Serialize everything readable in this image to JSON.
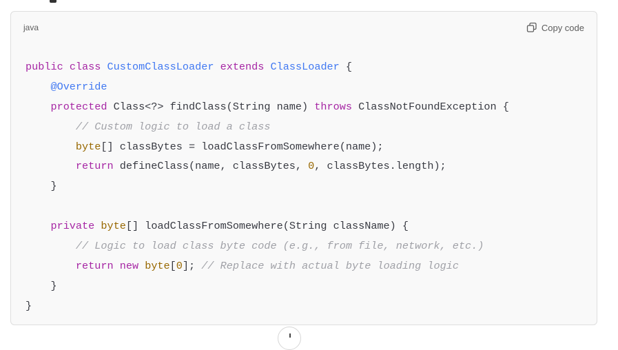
{
  "code_block": {
    "language": "java",
    "copy_label": "Copy code",
    "lines": [
      [
        {
          "t": "kw",
          "v": "public"
        },
        {
          "t": "pl",
          "v": " "
        },
        {
          "t": "kw",
          "v": "class"
        },
        {
          "t": "pl",
          "v": " "
        },
        {
          "t": "cls",
          "v": "CustomClassLoader"
        },
        {
          "t": "pl",
          "v": " "
        },
        {
          "t": "kw",
          "v": "extends"
        },
        {
          "t": "pl",
          "v": " "
        },
        {
          "t": "cls",
          "v": "ClassLoader"
        },
        {
          "t": "pl",
          "v": " {"
        }
      ],
      [
        {
          "t": "pl",
          "v": "    "
        },
        {
          "t": "ann",
          "v": "@Override"
        }
      ],
      [
        {
          "t": "pl",
          "v": "    "
        },
        {
          "t": "kw",
          "v": "protected"
        },
        {
          "t": "pl",
          "v": " Class<?> findClass(String name) "
        },
        {
          "t": "kw",
          "v": "throws"
        },
        {
          "t": "pl",
          "v": " ClassNotFoundException {"
        }
      ],
      [
        {
          "t": "pl",
          "v": "        "
        },
        {
          "t": "cmt",
          "v": "// Custom logic to load a class"
        }
      ],
      [
        {
          "t": "pl",
          "v": "        "
        },
        {
          "t": "typ",
          "v": "byte"
        },
        {
          "t": "pl",
          "v": "[] classBytes = loadClassFromSomewhere(name);"
        }
      ],
      [
        {
          "t": "pl",
          "v": "        "
        },
        {
          "t": "kw",
          "v": "return"
        },
        {
          "t": "pl",
          "v": " defineClass(name, classBytes, "
        },
        {
          "t": "num",
          "v": "0"
        },
        {
          "t": "pl",
          "v": ", classBytes.length);"
        }
      ],
      [
        {
          "t": "pl",
          "v": "    }"
        }
      ],
      [],
      [
        {
          "t": "pl",
          "v": "    "
        },
        {
          "t": "kw",
          "v": "private"
        },
        {
          "t": "pl",
          "v": " "
        },
        {
          "t": "typ",
          "v": "byte"
        },
        {
          "t": "pl",
          "v": "[] loadClassFromSomewhere(String className) {"
        }
      ],
      [
        {
          "t": "pl",
          "v": "        "
        },
        {
          "t": "cmt",
          "v": "// Logic to load class byte code (e.g., from file, network, etc.)"
        }
      ],
      [
        {
          "t": "pl",
          "v": "        "
        },
        {
          "t": "kw",
          "v": "return"
        },
        {
          "t": "pl",
          "v": " "
        },
        {
          "t": "kw",
          "v": "new"
        },
        {
          "t": "pl",
          "v": " "
        },
        {
          "t": "typ",
          "v": "byte"
        },
        {
          "t": "pl",
          "v": "["
        },
        {
          "t": "num",
          "v": "0"
        },
        {
          "t": "pl",
          "v": "]; "
        },
        {
          "t": "cmt",
          "v": "// Replace with actual byte loading logic"
        }
      ],
      [
        {
          "t": "pl",
          "v": "    }"
        }
      ],
      [
        {
          "t": "pl",
          "v": "}"
        }
      ]
    ]
  },
  "icons": {
    "copy": "copy-icon",
    "scroll_button": "scroll-down-icon"
  }
}
